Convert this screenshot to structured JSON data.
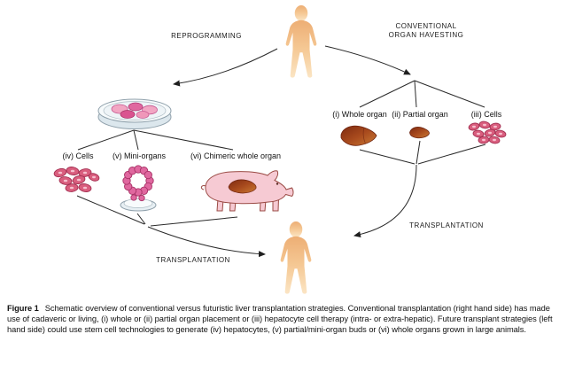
{
  "diagram": {
    "labels": {
      "reprogramming": "REPROGRAMMING",
      "conventional_line1": "CONVENTIONAL",
      "conventional_line2": "ORGAN HAVESTING",
      "transplantation_right": "TRANSPLANTATION",
      "transplantation_left": "TRANSPLANTATION"
    },
    "right_branch": {
      "items": [
        {
          "label": "(i) Whole organ",
          "icon": "liver-icon"
        },
        {
          "label": "(ii) Partial organ",
          "icon": "partial-liver-icon"
        },
        {
          "label": "(iii) Cells",
          "icon": "cells-icon"
        }
      ]
    },
    "left_branch": {
      "items": [
        {
          "label": "(iv) Cells",
          "icon": "cells-icon"
        },
        {
          "label": "(v) Mini-organs",
          "icon": "organoid-icon"
        },
        {
          "label": "(vi) Chimeric whole organ",
          "icon": "pig-icon"
        }
      ]
    },
    "colors": {
      "body_skin": "#F4C695",
      "liver_dark": "#7E2A10",
      "liver_light": "#C97A33",
      "cell_fill": "#D95E7E",
      "cell_stroke": "#A32E50",
      "dish_stroke": "#8FA0AB",
      "line": "#2a2a2a"
    }
  },
  "caption": {
    "label": "Figure 1",
    "text": "Schematic overview of conventional versus futuristic liver transplantation strategies. Conventional transplantation (right hand side) has made use of cadaveric or living, (i) whole or (ii) partial organ placement or (iii) hepatocyte cell therapy (intra- or extra-hepatic). Future transplant strategies (left hand side) could use stem cell technologies to generate (iv) hepatocytes, (v) partial/mini-organ buds or (vi) whole organs grown in large animals."
  }
}
